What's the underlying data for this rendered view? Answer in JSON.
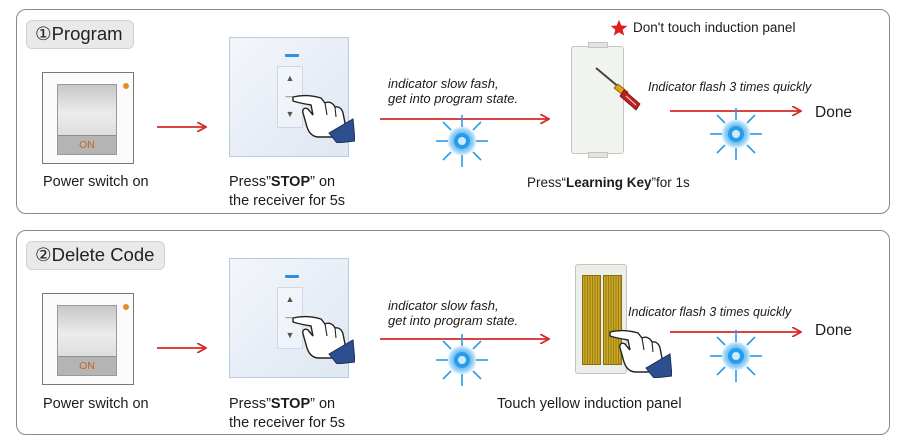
{
  "sections": [
    {
      "title": "①Program",
      "power_caption": "Power switch on",
      "switch_label": "ON",
      "press_prefix": "Press”",
      "press_key": "STOP",
      "press_suffix": "” on",
      "press_line2": "the receiver for 5s",
      "indicator_line1": "indicator slow fash,",
      "indicator_line2": "get into program state.",
      "warning": "Don't touch induction panel",
      "flash_text": "Indicator flash 3 times quickly",
      "done": "Done",
      "step3_prefix": "Press“",
      "step3_key": "Learning Key",
      "step3_suffix": "”for 1s"
    },
    {
      "title": "②Delete Code",
      "power_caption": "Power switch on",
      "switch_label": "ON",
      "press_prefix": "Press”",
      "press_key": "STOP",
      "press_suffix": "” on",
      "press_line2": "the receiver for 5s",
      "indicator_line1": "indicator slow fash,",
      "indicator_line2": "get into program state.",
      "flash_text": "Indicator flash 3 times quickly",
      "done": "Done",
      "step3_caption": "Touch yellow induction panel"
    }
  ],
  "icons": {
    "star": "star-icon",
    "flash": "flash-burst-icon",
    "hand": "pointing-hand-icon",
    "screwdriver": "screwdriver-icon",
    "arrow": "arrow-right-icon"
  },
  "colors": {
    "arrow": "#d42a2a",
    "star": "#e02020",
    "flash": "#2b9be8",
    "indicator": "#2f8ee0",
    "on_label": "#c9661c",
    "yellow_strip": "#c8a826"
  },
  "receiver_glyphs": [
    "▲",
    "—",
    "▼"
  ]
}
